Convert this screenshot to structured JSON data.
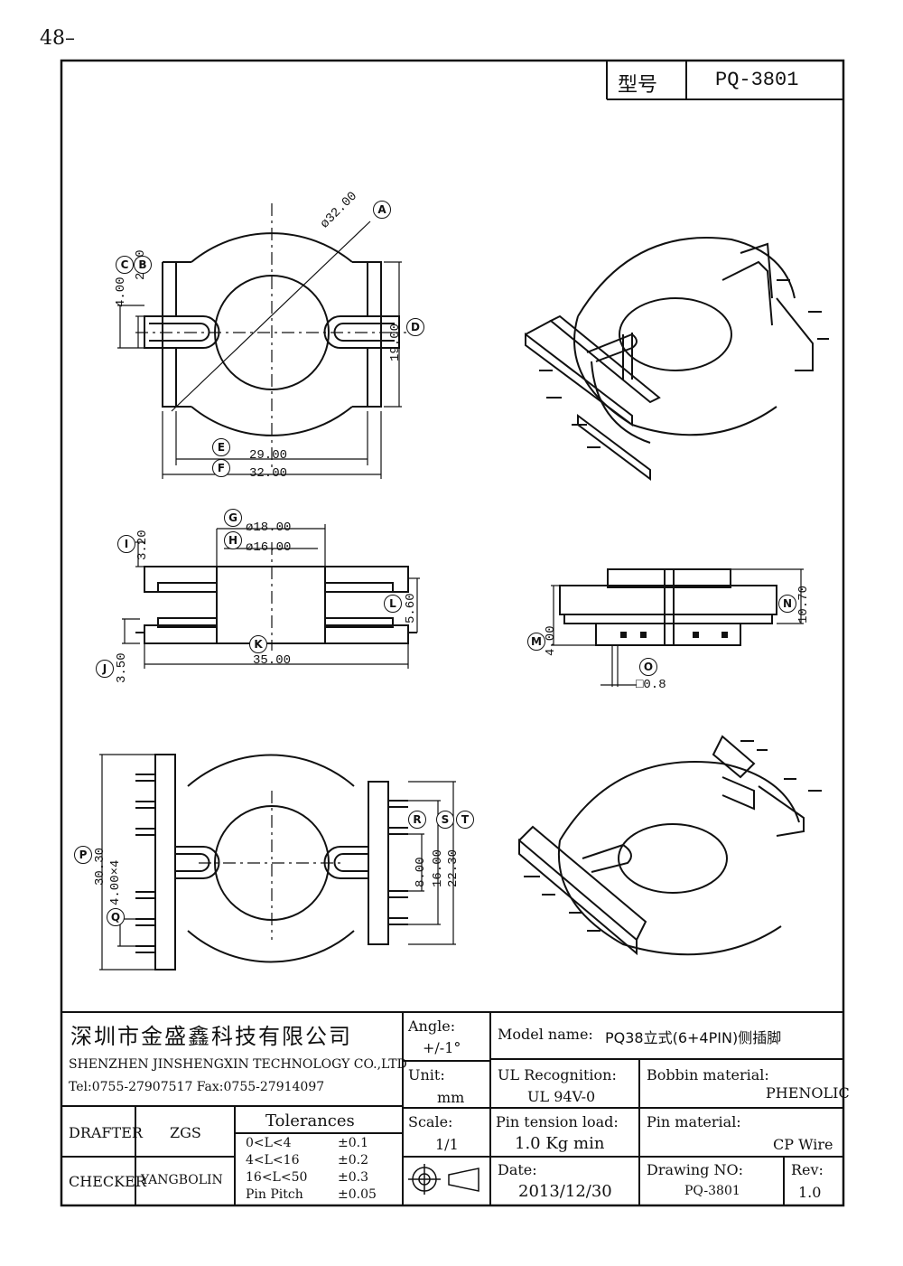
{
  "page_number": "48–",
  "header": {
    "model_label": "型号",
    "model_value": "PQ-3801"
  },
  "dimensions": {
    "A": "ø32.00",
    "B": "2.50",
    "C": "4.00",
    "D": "19.00",
    "E": "29.00",
    "F": "32.00",
    "G": "ø18.00",
    "H": "ø16.00",
    "I": "3.20",
    "J": "3.50",
    "K": "35.00",
    "L": "5.60",
    "M": "4.00",
    "N": "10.70",
    "O": "□0.8",
    "P": "30.30",
    "Q": "4.00×4",
    "R": "8.00",
    "S": "16.00",
    "T": "22.30"
  },
  "title_block": {
    "company_cn": "深圳市金盛鑫科技有限公司",
    "company_en": "SHENZHEN JINSHENGXIN TECHNOLOGY CO.,LTD",
    "contact": "Tel:0755-27907517   Fax:0755-27914097",
    "angle_label": "Angle:",
    "angle_value": "+/-1°",
    "model_name_label": "Model name:",
    "model_name_value": "PQ38立式(6+4PIN)侧插脚",
    "unit_label": "Unit:",
    "unit_value": "mm",
    "ul_label": "UL Recognition:",
    "ul_value": "UL 94V-0",
    "bobbin_label": "Bobbin material:",
    "bobbin_value": "PHENOLIC",
    "drafter_label": "DRAFTER",
    "drafter_value": "ZGS",
    "checker_label": "CHECKER",
    "checker_value": "YANGBOLIN",
    "tolerances_label": "Tolerances",
    "tolerances": [
      {
        "range": "0<L<4",
        "value": "±0.1"
      },
      {
        "range": "4<L<16",
        "value": "±0.2"
      },
      {
        "range": "16<L<50",
        "value": "±0.3"
      },
      {
        "range": "Pin Pitch",
        "value": "±0.05"
      }
    ],
    "scale_label": "Scale:",
    "scale_value": "1/1",
    "pin_tension_label": "Pin tension load:",
    "pin_tension_value": "1.0 Kg min",
    "pin_material_label": "Pin material:",
    "pin_material_value": "CP Wire",
    "date_label": "Date:",
    "date_value": "2013/12/30",
    "drawing_no_label": "Drawing NO:",
    "drawing_no_value": "PQ-3801",
    "rev_label": "Rev:",
    "rev_value": "1.0"
  }
}
